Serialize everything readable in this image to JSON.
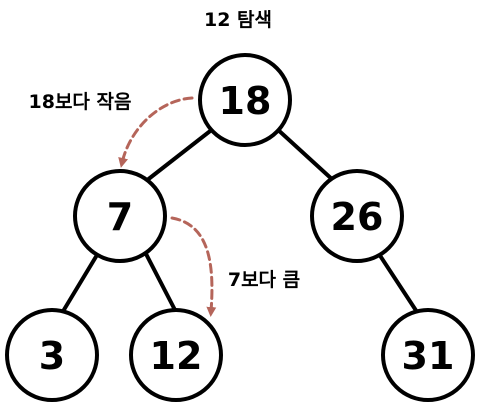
{
  "title": "12 탐색",
  "nodes": [
    {
      "id": "n18",
      "label": "18"
    },
    {
      "id": "n7",
      "label": "7"
    },
    {
      "id": "n26",
      "label": "26"
    },
    {
      "id": "n3",
      "label": "3"
    },
    {
      "id": "n12",
      "label": "12"
    },
    {
      "id": "n31",
      "label": "31"
    }
  ],
  "edges": [
    {
      "from": "n18",
      "to": "n7"
    },
    {
      "from": "n18",
      "to": "n26"
    },
    {
      "from": "n7",
      "to": "n3"
    },
    {
      "from": "n7",
      "to": "n12"
    },
    {
      "from": "n26",
      "to": "n31"
    }
  ],
  "search_steps": [
    {
      "from": "n18",
      "to": "n7",
      "label": "18보다 작음"
    },
    {
      "from": "n7",
      "to": "n12",
      "label": "7보다 큼"
    }
  ],
  "colors": {
    "node_stroke": "#000000",
    "node_fill": "#ffffff",
    "text": "#000000",
    "search_arrow": "#b5655a"
  }
}
